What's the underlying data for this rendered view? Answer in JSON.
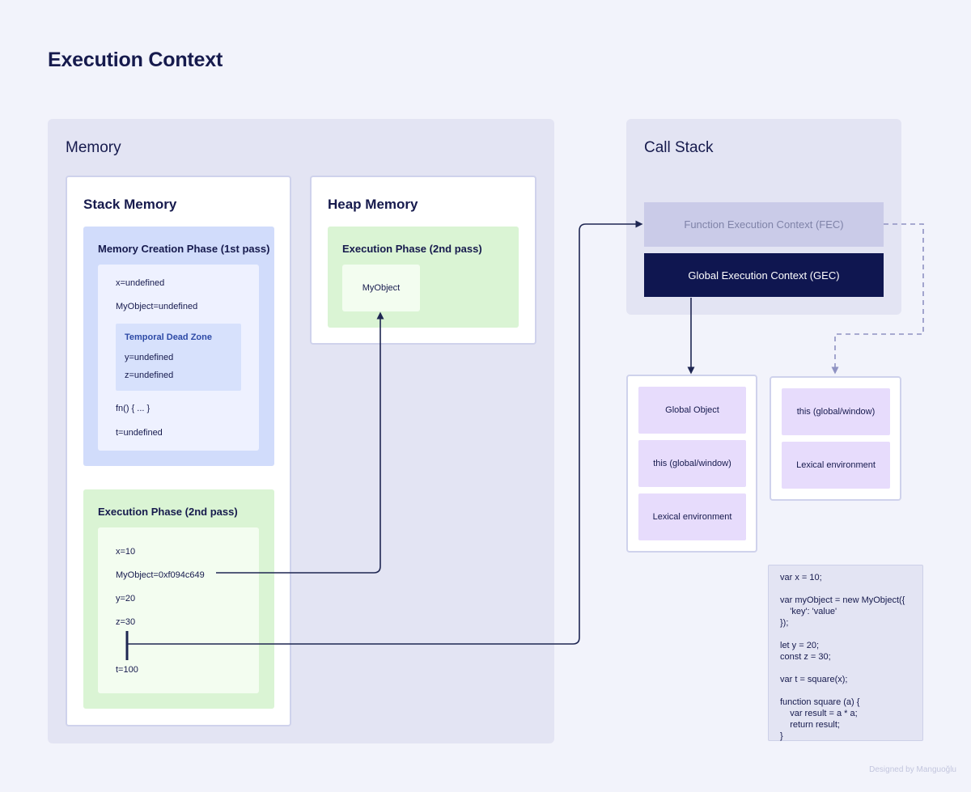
{
  "title": "Execution Context",
  "memory": {
    "title": "Memory",
    "stack": {
      "title": "Stack Memory",
      "creation": {
        "title": "Memory Creation Phase (1st pass)",
        "items": [
          "x=undefined",
          "MyObject=undefined"
        ],
        "tdz": {
          "title": "Temporal Dead Zone",
          "items": [
            "y=undefined",
            "z=undefined"
          ]
        },
        "items_after": [
          "fn() { ... }",
          "t=undefined"
        ]
      },
      "execution": {
        "title": "Execution Phase (2nd pass)",
        "items": [
          "x=10",
          "MyObject=0xf094c649",
          "y=20",
          "z=30",
          "t=100"
        ]
      }
    },
    "heap": {
      "title": "Heap Memory",
      "execution": {
        "title": "Execution Phase (2nd pass)",
        "object": "MyObject"
      }
    }
  },
  "call_stack": {
    "title": "Call Stack",
    "fec": "Function Execution Context (FEC)",
    "gec": "Global Execution Context (GEC)"
  },
  "gec_env": [
    "Global Object",
    "this (global/window)",
    "Lexical environment"
  ],
  "fec_env": [
    "this (global/window)",
    "Lexical environment"
  ],
  "code": [
    "var x = 10;",
    "",
    "var myObject = new MyObject({",
    "    'key': 'value'",
    "});",
    "",
    "let y = 20;",
    "const z = 30;",
    "",
    "var t = square(x);",
    "",
    "function square (a) {",
    "    var result = a * a;",
    "    return result;",
    "}"
  ],
  "credit": "Designed by Manguoğlu",
  "colors": {
    "background": "#f2f3fb",
    "panel": "#e3e4f3",
    "stack_creation": "#d1dcfb",
    "execution_green": "#daf4d4",
    "env_purple": "#e7dcfc",
    "gec": "#0f1650",
    "fec": "#cacbe8",
    "arrow": "#1e2652",
    "dashed_arrow": "#8f92c2"
  }
}
